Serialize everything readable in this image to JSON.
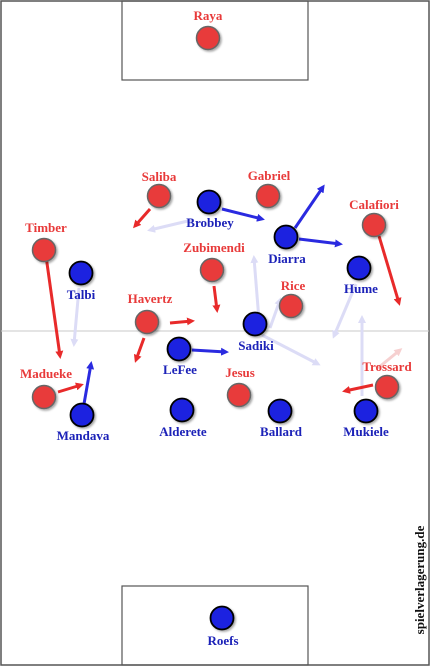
{
  "colors": {
    "red_team": "#e83a3a",
    "blue_team": "#1c22e0",
    "red_label": "#e83a3a",
    "blue_label": "#1c22b8",
    "pitch_line": "#555555"
  },
  "watermark": "spielverlagerung.de",
  "red_players": [
    {
      "key": "raya",
      "name": "Raya"
    },
    {
      "key": "saliba",
      "name": "Saliba"
    },
    {
      "key": "gabriel",
      "name": "Gabriel"
    },
    {
      "key": "calafiori",
      "name": "Calafiori"
    },
    {
      "key": "timber",
      "name": "Timber"
    },
    {
      "key": "zubimendi",
      "name": "Zubimendi"
    },
    {
      "key": "rice",
      "name": "Rice"
    },
    {
      "key": "havertz",
      "name": "Havertz"
    },
    {
      "key": "madueke",
      "name": "Madueke"
    },
    {
      "key": "jesus",
      "name": "Jesus"
    },
    {
      "key": "trossard",
      "name": "Trossard"
    }
  ],
  "blue_players": [
    {
      "key": "brobbey",
      "name": "Brobbey"
    },
    {
      "key": "diarra",
      "name": "Diarra"
    },
    {
      "key": "talbi",
      "name": "Talbi"
    },
    {
      "key": "hume",
      "name": "Hume"
    },
    {
      "key": "sadiki",
      "name": "Sadiki"
    },
    {
      "key": "lefee",
      "name": "LeFee"
    },
    {
      "key": "mandava",
      "name": "Mandava"
    },
    {
      "key": "alderete",
      "name": "Alderete"
    },
    {
      "key": "ballard",
      "name": "Ballard"
    },
    {
      "key": "mukiele",
      "name": "Mukiele"
    },
    {
      "key": "roefs",
      "name": "Roefs"
    }
  ]
}
